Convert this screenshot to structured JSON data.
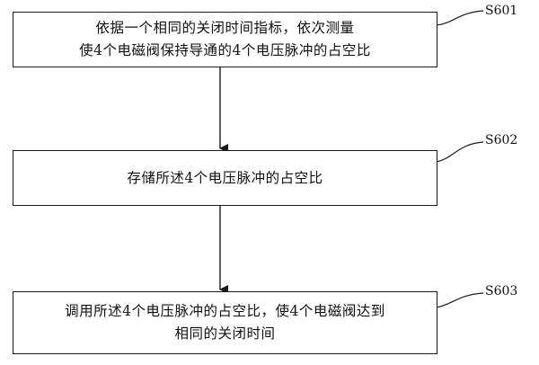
{
  "steps": [
    {
      "id": "S601",
      "lines": [
        "依据一个相同的关闭时间指标，依次测量",
        "使4个电磁阀保持导通的4个电压脉冲的占空比"
      ]
    },
    {
      "id": "S602",
      "lines": [
        "存储所述4个电压脉冲的占空比"
      ]
    },
    {
      "id": "S603",
      "lines": [
        "调用所述4个电压脉冲的占空比，使4个电磁阀达到",
        "相同的关闭时间"
      ]
    }
  ],
  "colors": {
    "stroke": "#1a1a1a",
    "text": "#111111",
    "background": "#ffffff"
  }
}
